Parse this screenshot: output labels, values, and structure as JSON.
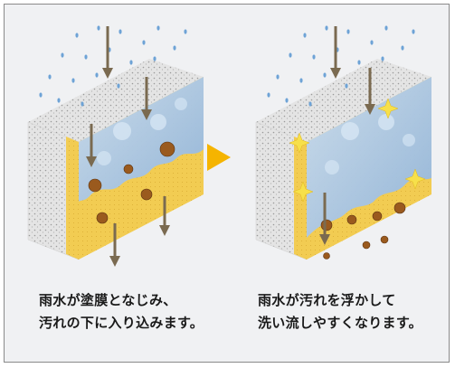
{
  "captions": {
    "left": {
      "line1": "雨水が塗膜となじみ、",
      "line2": "汚れの下に入り込みます。"
    },
    "right": {
      "line1": "雨水が汚れを浮かして",
      "line2": "洗い流しやすくなります。"
    }
  },
  "colors": {
    "background": "#f0f1f3",
    "border": "#8a8a8a",
    "concrete": "#e6e6e6",
    "coating_yellow": "#f2cc52",
    "water_blue": "#a9c6e6",
    "dirt_brown": "#9a5a1e",
    "raindrop": "#6ea3d6",
    "arrow_brown": "#7a6a50",
    "transition_arrow": "#f5b400",
    "sparkle": "#f7e04a"
  },
  "icons": {
    "transition": "right-triangle-arrow",
    "rain": "raindrop-icon",
    "sparkle": "sparkle-icon"
  }
}
